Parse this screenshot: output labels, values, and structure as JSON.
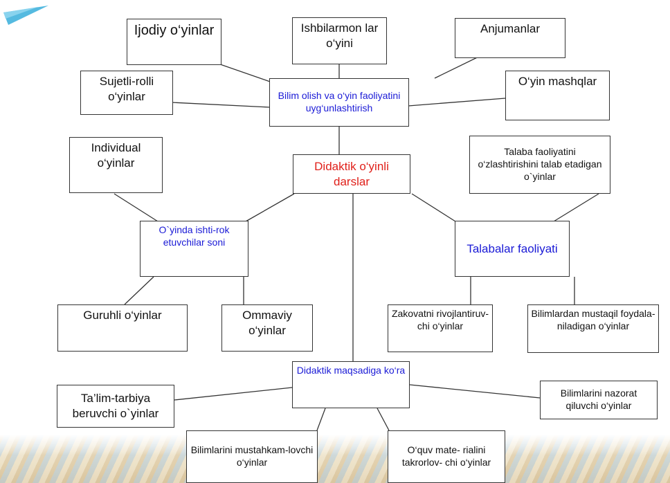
{
  "nodes": {
    "ijodiy": "Ijodiy o‘yinlar",
    "ishbilarmon": "Ishbilarmon lar o‘yini",
    "anjumanlar": "Anjumanlar",
    "sujetli": "Sujetli-rolli o‘yinlar",
    "bilim_olish": "Bilim olish va o‘yin faoliyatini uyg‘unlashtirish",
    "mashqlar": "O‘yin mashqlar",
    "individual": "Individual o‘yinlar",
    "didaktik": "Didaktik o‘yinli darslar",
    "talaba_faoliyati": "Talaba faoliyatini o‘zlashtirishini talab etadigan o`yinlar",
    "ishtirok": "O`yinda ishti-rok etuvchilar soni",
    "talabalar": "Talabalar faoliyati",
    "guruhli": "Guruhli o‘yinlar",
    "ommaviy": "Ommaviy o‘yinlar",
    "zakovat": "Zakovatni rivojlantiruv-chi o‘yinlar",
    "mustaqil": "Bilimlardan mustaqil foydala- niladigan o‘yinlar",
    "maqsad": "Didaktik maqsadiga ko‘ra",
    "talim": "Ta’lim-tarbiya beruvchi o`yinlar",
    "nazorat": "Bilimlarini nazorat qiluvchi o‘yinlar",
    "mustahkam": "Bilimlarini mustahkam-lovchi o‘yinlar",
    "takror": "O‘quv mate- rialini takrorlov- chi o‘yinlar"
  }
}
